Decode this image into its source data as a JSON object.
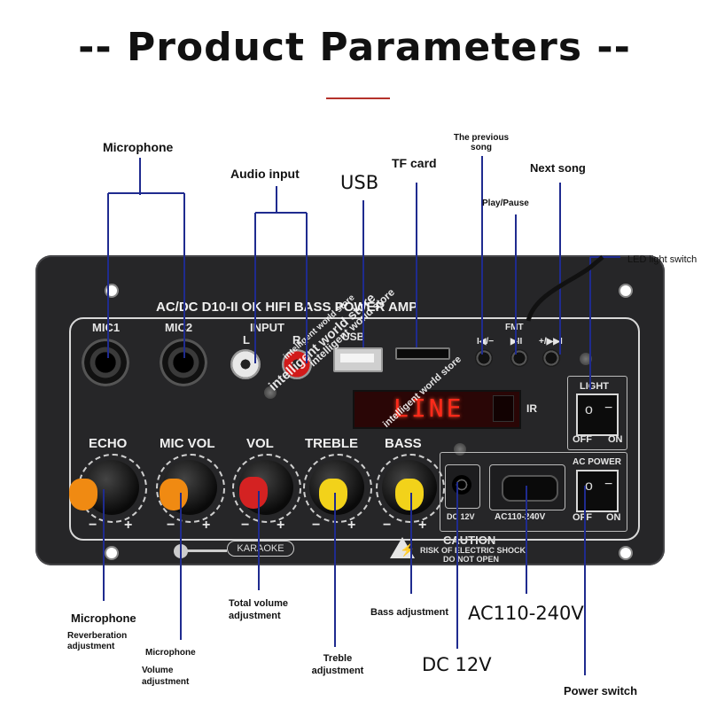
{
  "title": "-- Product Parameters --",
  "callouts": {
    "microphone_top": "Microphone",
    "audio_input": "Audio input",
    "usb": "USB",
    "tf_card": "TF card",
    "previous_song": "The previous song",
    "play_pause": "Play/Pause",
    "next_song": "Next song",
    "led_light_switch": "LED light switch",
    "microphone_reverb_title": "Microphone",
    "reverb_desc": "Reverberation adjustment",
    "mic_volume_title": "Microphone",
    "mic_volume_desc": "Volume adjustment",
    "total_volume": "Total volume adjustment",
    "treble": "Treble adjustment",
    "bass": "Bass adjustment",
    "ac_range": "AC110-240V",
    "dc": "DC 12V",
    "power_switch": "Power switch"
  },
  "panel": {
    "model": "AC/DC  D10-II OK HIFI  BASS  POWER AMP",
    "mic1": "MIC1",
    "mic2": "MIC2",
    "input": "INPUT",
    "input_l": "L",
    "input_r": "R",
    "usb": "USB",
    "fmt": "FMT",
    "btn_prev": "I◀/−",
    "btn_play": "▶II",
    "btn_next": "+/▶▶I",
    "display": "LINE",
    "ir": "IR",
    "light": "LIGHT",
    "light_off": "OFF",
    "light_on": "ON",
    "ac_power": "AC POWER",
    "power_off": "OFF",
    "power_on": "ON",
    "dc_label": "DC 12V",
    "ac_label": "AC110-240V",
    "karaoke": "KARAOKE",
    "caution_title": "CAUTION",
    "caution_line1": "RISK OF ELECTRIC SHOCK",
    "caution_line2": "DO NOT OPEN",
    "knobs": [
      {
        "label": "ECHO",
        "cap": "#f08a12"
      },
      {
        "label": "MIC VOL",
        "cap": "#f08a12"
      },
      {
        "label": "VOL",
        "cap": "#d42222"
      },
      {
        "label": "TREBLE",
        "cap": "#f2d21a"
      },
      {
        "label": "BASS",
        "cap": "#f2d21a"
      }
    ],
    "minus": "−",
    "plus": "+"
  },
  "watermark": "intelligent world store",
  "colors": {
    "accent_rule": "#b5322b",
    "callout_line": "#1f2b8f",
    "panel": "#262628",
    "display_text": "#ff2a1a"
  }
}
